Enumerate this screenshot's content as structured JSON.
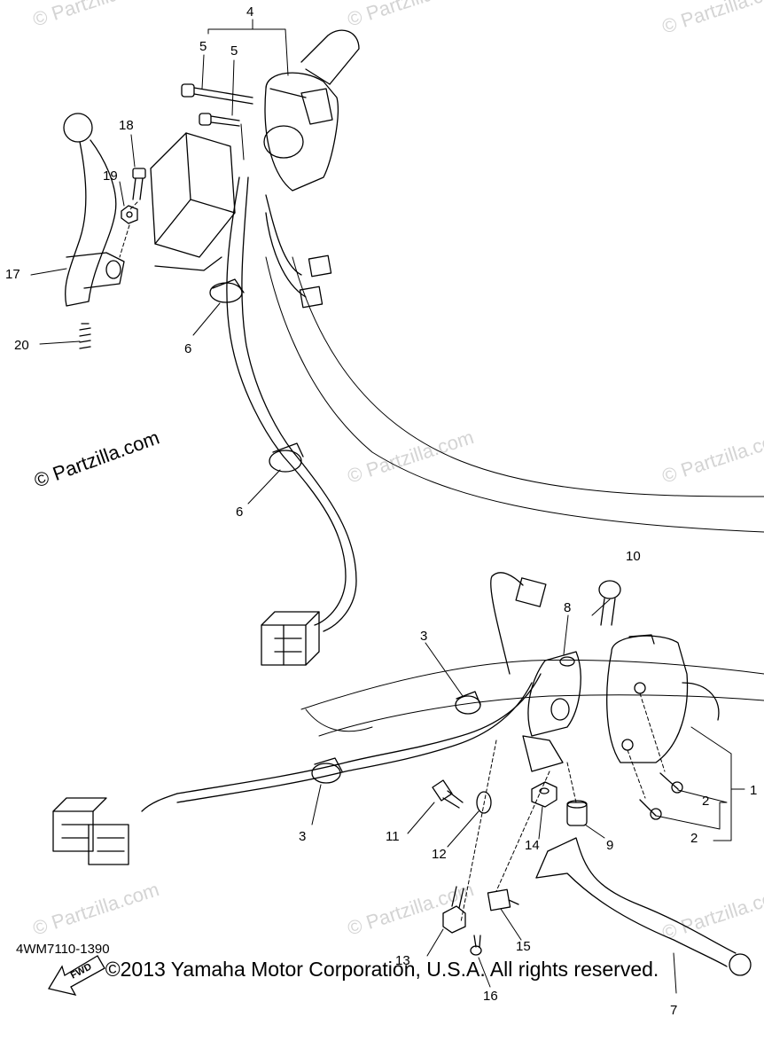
{
  "watermark": {
    "text": "© Partzilla.com",
    "faint_text": "© Partzilla.com"
  },
  "callouts": [
    "1",
    "2",
    "2",
    "3",
    "3",
    "4",
    "5",
    "5",
    "6",
    "6",
    "7",
    "8",
    "9",
    "10",
    "11",
    "12",
    "13",
    "14",
    "15",
    "16",
    "17",
    "18",
    "19",
    "20"
  ],
  "fwd_label": "FWD",
  "part_code": "4WM7110-1390",
  "copyright": "©2013 Yamaha Motor Corporation, U.S.A. All rights reserved."
}
